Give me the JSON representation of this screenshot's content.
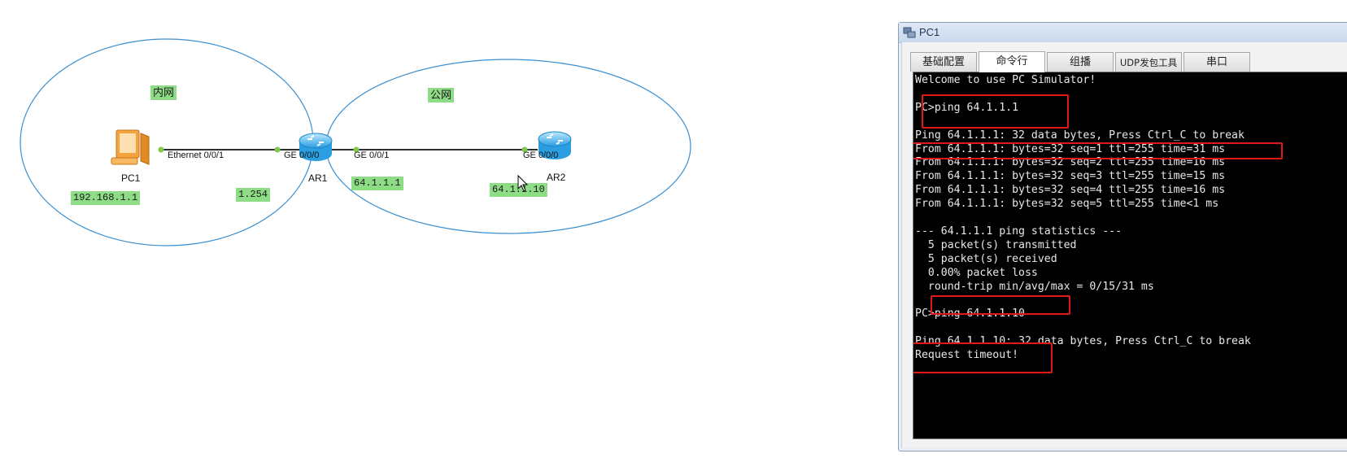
{
  "topology": {
    "zones": [
      {
        "id": "inner",
        "label": "内网"
      },
      {
        "id": "public",
        "label": "公网"
      }
    ],
    "devices": [
      {
        "id": "pc1",
        "name": "PC1",
        "icon": "pc-icon"
      },
      {
        "id": "ar1",
        "name": "AR1",
        "icon": "router-icon"
      },
      {
        "id": "ar2",
        "name": "AR2",
        "icon": "router-icon"
      }
    ],
    "ports": {
      "pc1_eth": "Ethernet 0/0/1",
      "ar1_ge000": "GE 0/0/0",
      "ar1_ge001": "GE 0/0/1",
      "ar2_ge000": "GE 0/0/0"
    },
    "ip_labels": {
      "pc1": "192.168.1.1",
      "ar1_inner": "1.254",
      "ar1_public": "64.1.1.1",
      "ar2": "64.1.1.10"
    },
    "colors": {
      "zone_border": "#3b8fd0",
      "label_bg": "#8fdc86",
      "link": "#111111",
      "port_dot": "#7ec850"
    }
  },
  "window": {
    "title": "PC1",
    "tabs": [
      {
        "label": "基础配置",
        "active": false
      },
      {
        "label": "命令行",
        "active": true
      },
      {
        "label": "组播",
        "active": false
      },
      {
        "label": "UDP发包工具",
        "active": false
      },
      {
        "label": "串口",
        "active": false
      }
    ],
    "terminal_lines": [
      "Welcome to use PC Simulator!",
      "",
      "PC>ping 64.1.1.1",
      "",
      "Ping 64.1.1.1: 32 data bytes, Press Ctrl_C to break",
      "From 64.1.1.1: bytes=32 seq=1 ttl=255 time=31 ms",
      "From 64.1.1.1: bytes=32 seq=2 ttl=255 time=16 ms",
      "From 64.1.1.1: bytes=32 seq=3 ttl=255 time=15 ms",
      "From 64.1.1.1: bytes=32 seq=4 ttl=255 time=16 ms",
      "From 64.1.1.1: bytes=32 seq=5 ttl=255 time<1 ms",
      "",
      "--- 64.1.1.1 ping statistics ---",
      "  5 packet(s) transmitted",
      "  5 packet(s) received",
      "  0.00% packet loss",
      "  round-trip min/avg/max = 0/15/31 ms",
      "",
      "PC>ping 64.1.1.10",
      "",
      "Ping 64.1.1.10: 32 data bytes, Press Ctrl_C to break",
      "Request timeout!"
    ],
    "highlight_color": "#e01818",
    "terminal_bg": "#000000",
    "terminal_fg": "#e8e8e8"
  }
}
